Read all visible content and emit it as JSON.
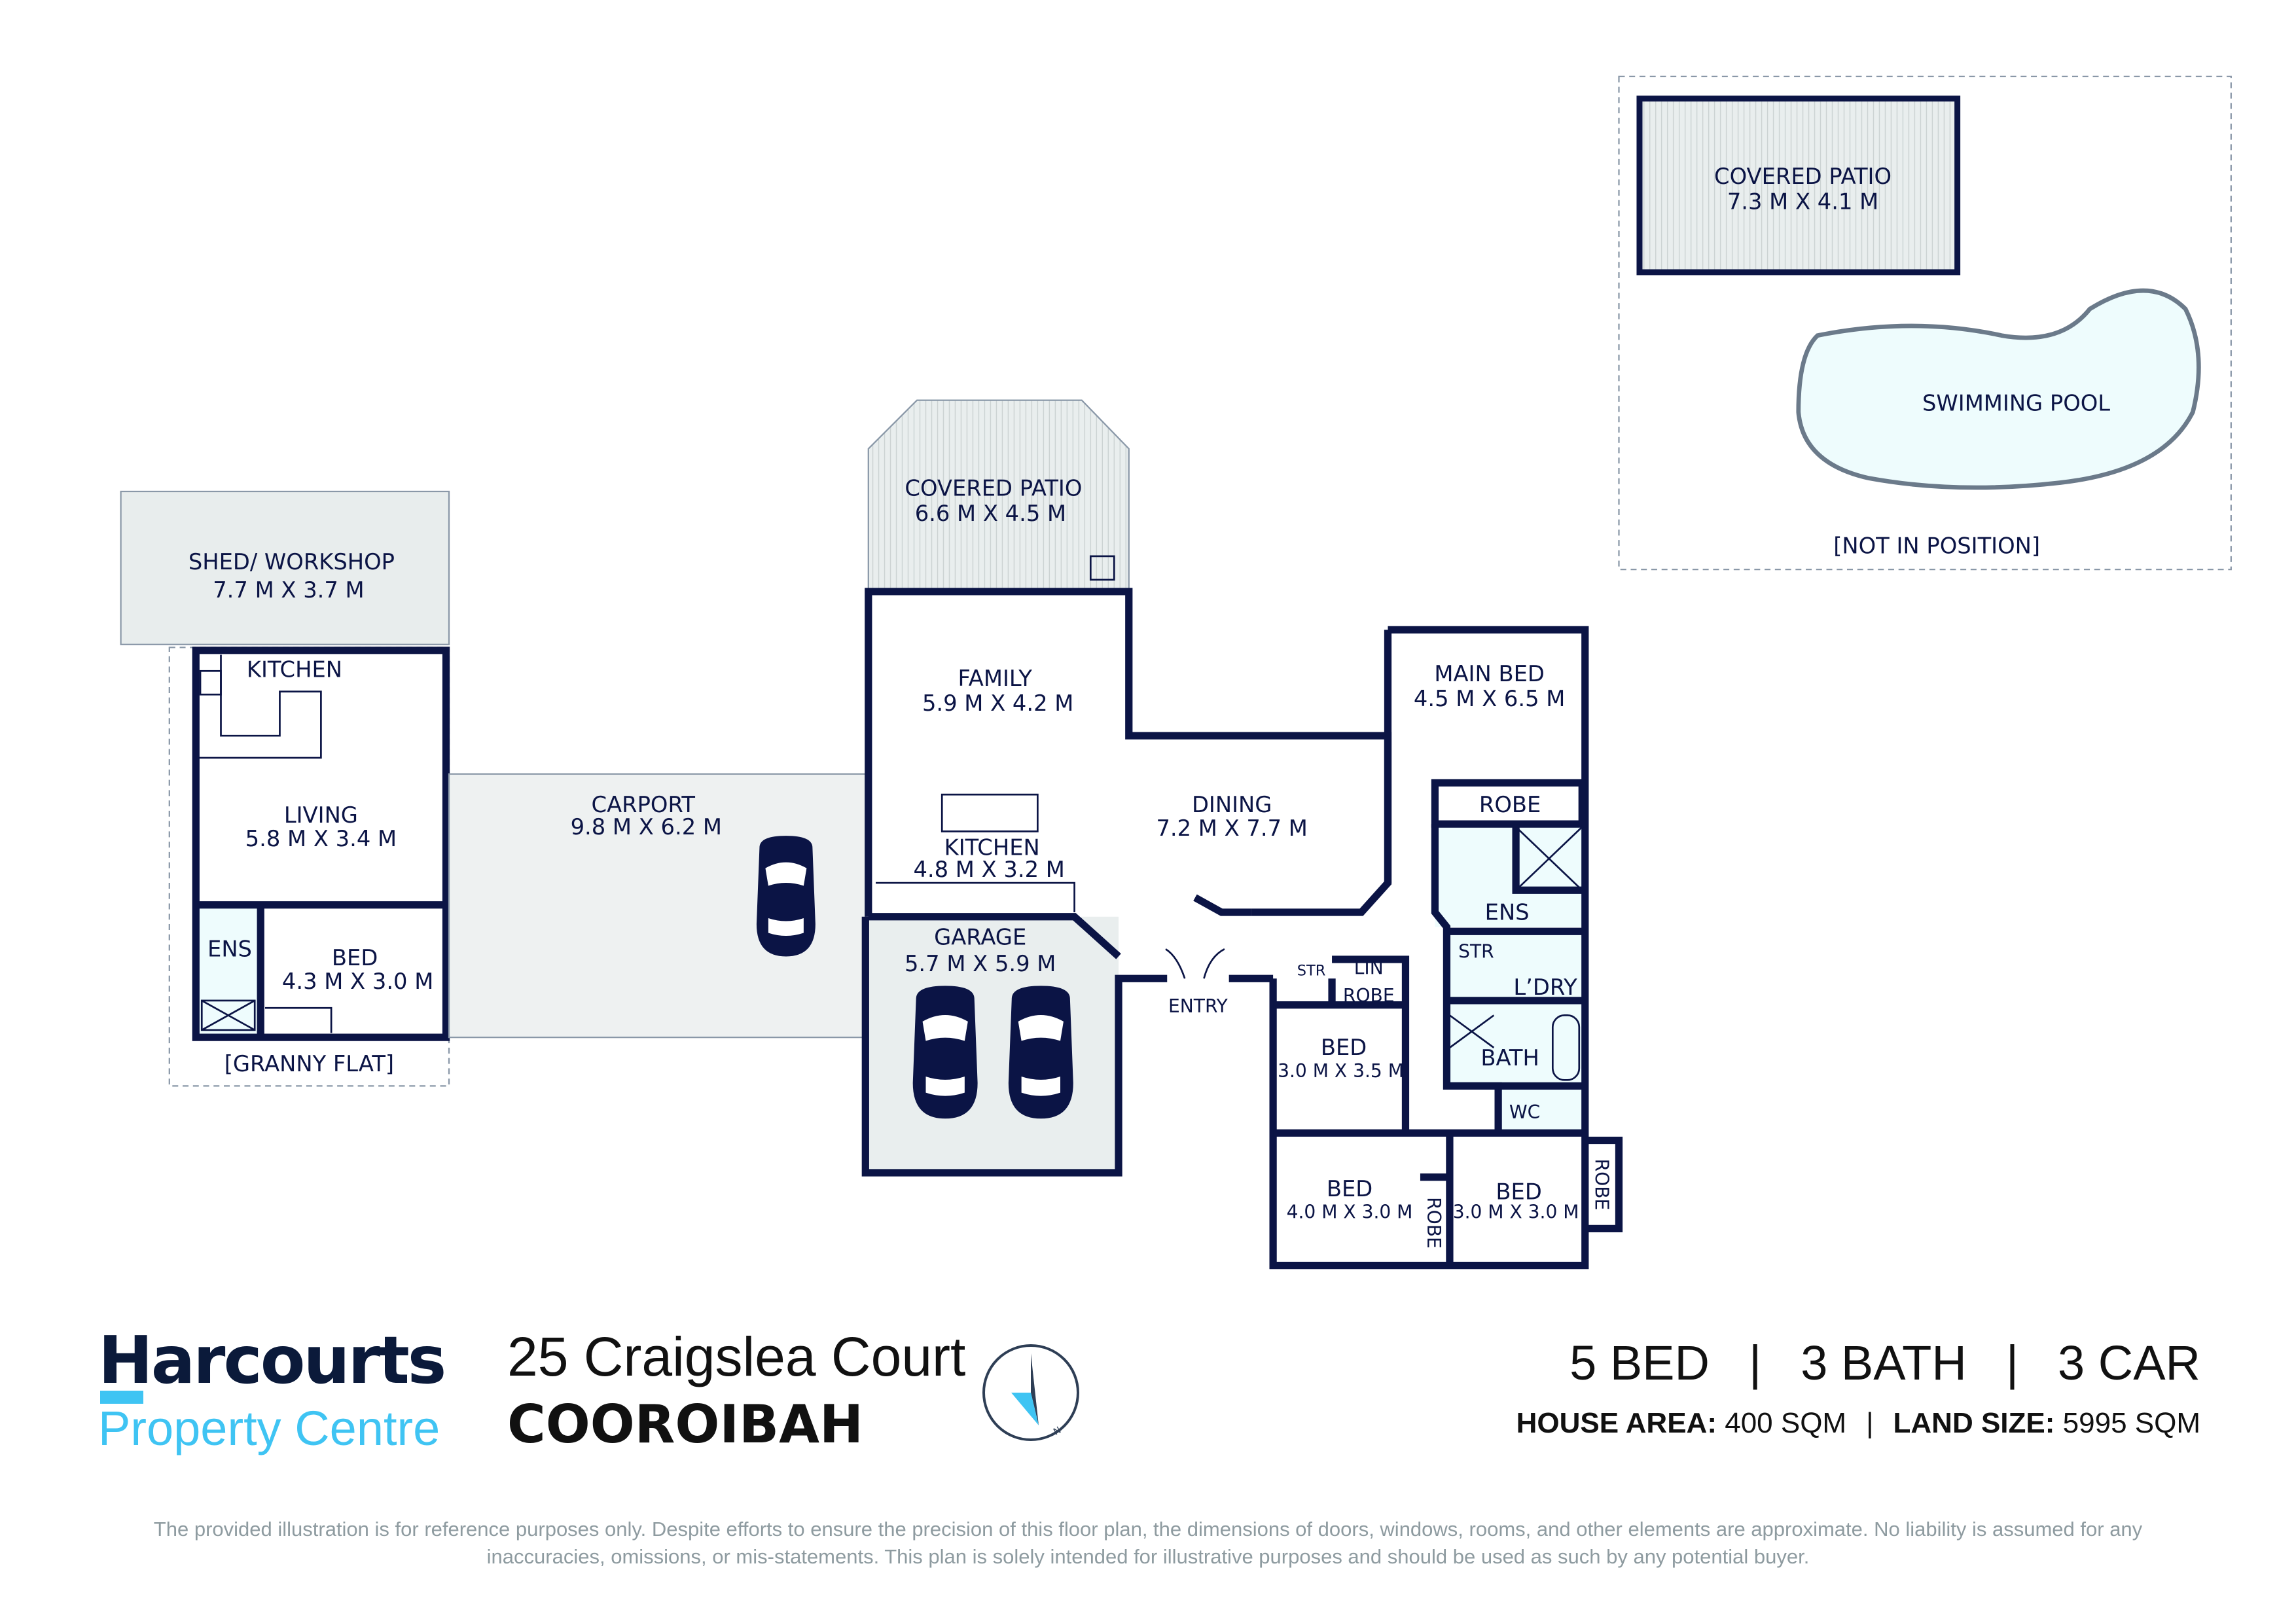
{
  "rooms": {
    "shed": {
      "name": "SHED/ WORKSHOP",
      "size": "7.7 M X 3.7 M"
    },
    "granny_kitchen": {
      "name": "KITCHEN"
    },
    "granny_living": {
      "name": "LIVING",
      "size": "5.8 M X 3.4 M"
    },
    "granny_ens": {
      "name": "ENS"
    },
    "granny_bed": {
      "name": "BED",
      "size": "4.3 M X 3.0 M"
    },
    "granny_flat_label": "[GRANNY FLAT]",
    "carport": {
      "name": "CARPORT",
      "size": "9.8 M X 6.2 M"
    },
    "covered_patio": {
      "name": "COVERED PATIO",
      "size": "6.6 M X 4.5 M"
    },
    "family": {
      "name": "FAMILY",
      "size": "5.9 M X 4.2 M"
    },
    "kitchen": {
      "name": "KITCHEN",
      "size": "4.8 M X 3.2 M"
    },
    "dining": {
      "name": "DINING",
      "size": "7.2 M X 7.7 M"
    },
    "garage": {
      "name": "GARAGE",
      "size": "5.7 M X 5.9 M"
    },
    "entry": {
      "name": "ENTRY"
    },
    "main_bed": {
      "name": "MAIN BED",
      "size": "4.5 M X 6.5 M"
    },
    "main_robe": {
      "name": "ROBE"
    },
    "ens": {
      "name": "ENS"
    },
    "str1": {
      "name": "STR"
    },
    "laundry": {
      "name": "L’DRY"
    },
    "bath": {
      "name": "BATH"
    },
    "wc": {
      "name": "WC"
    },
    "str2": {
      "name": "STR"
    },
    "lin": {
      "name": "LIN"
    },
    "robe2": {
      "name": "ROBE"
    },
    "bed2": {
      "name": "BED",
      "size": "3.0 M X 3.5 M"
    },
    "bed3": {
      "name": "BED",
      "size": "4.0 M X 3.0 M"
    },
    "robe3": {
      "name": "ROBE"
    },
    "bed4": {
      "name": "BED",
      "size": "3.0 M X 3.0 M"
    },
    "robe4": {
      "name": "ROBE"
    },
    "outdoor_patio": {
      "name": "COVERED PATIO",
      "size": "7.3 M X 4.1 M"
    },
    "pool": {
      "name": "SWIMMING POOL"
    },
    "not_in_position": "[NOT IN POSITION]"
  },
  "branding": {
    "logo": "Harcourts",
    "sub": "Property Centre"
  },
  "address": {
    "street": "25 Craigslea Court",
    "suburb": "COOROIBAH"
  },
  "compass": {
    "north_label": "N"
  },
  "stats": {
    "bed": "5 BED",
    "bath": "3 BATH",
    "car": "3 CAR",
    "sep": "|"
  },
  "areas": {
    "house_label": "HOUSE AREA:",
    "house_value": "400 SQM",
    "land_label": "LAND SIZE:",
    "land_value": "5995 SQM",
    "sep": "|"
  },
  "disclaimer": "The provided illustration is for reference purposes only. Despite efforts to ensure the precision of this floor plan, the dimensions of doors, windows, rooms, and other elements are approximate. No liability is assumed for any inaccuracies, omissions, or mis-statements. This plan is solely intended for illustrative purposes and should be used as such by any potential buyer.",
  "colors": {
    "wall": "#0b1445",
    "wet": "#eefcfd",
    "outdoor": "#e8eded",
    "accent": "#3fc4f3"
  }
}
